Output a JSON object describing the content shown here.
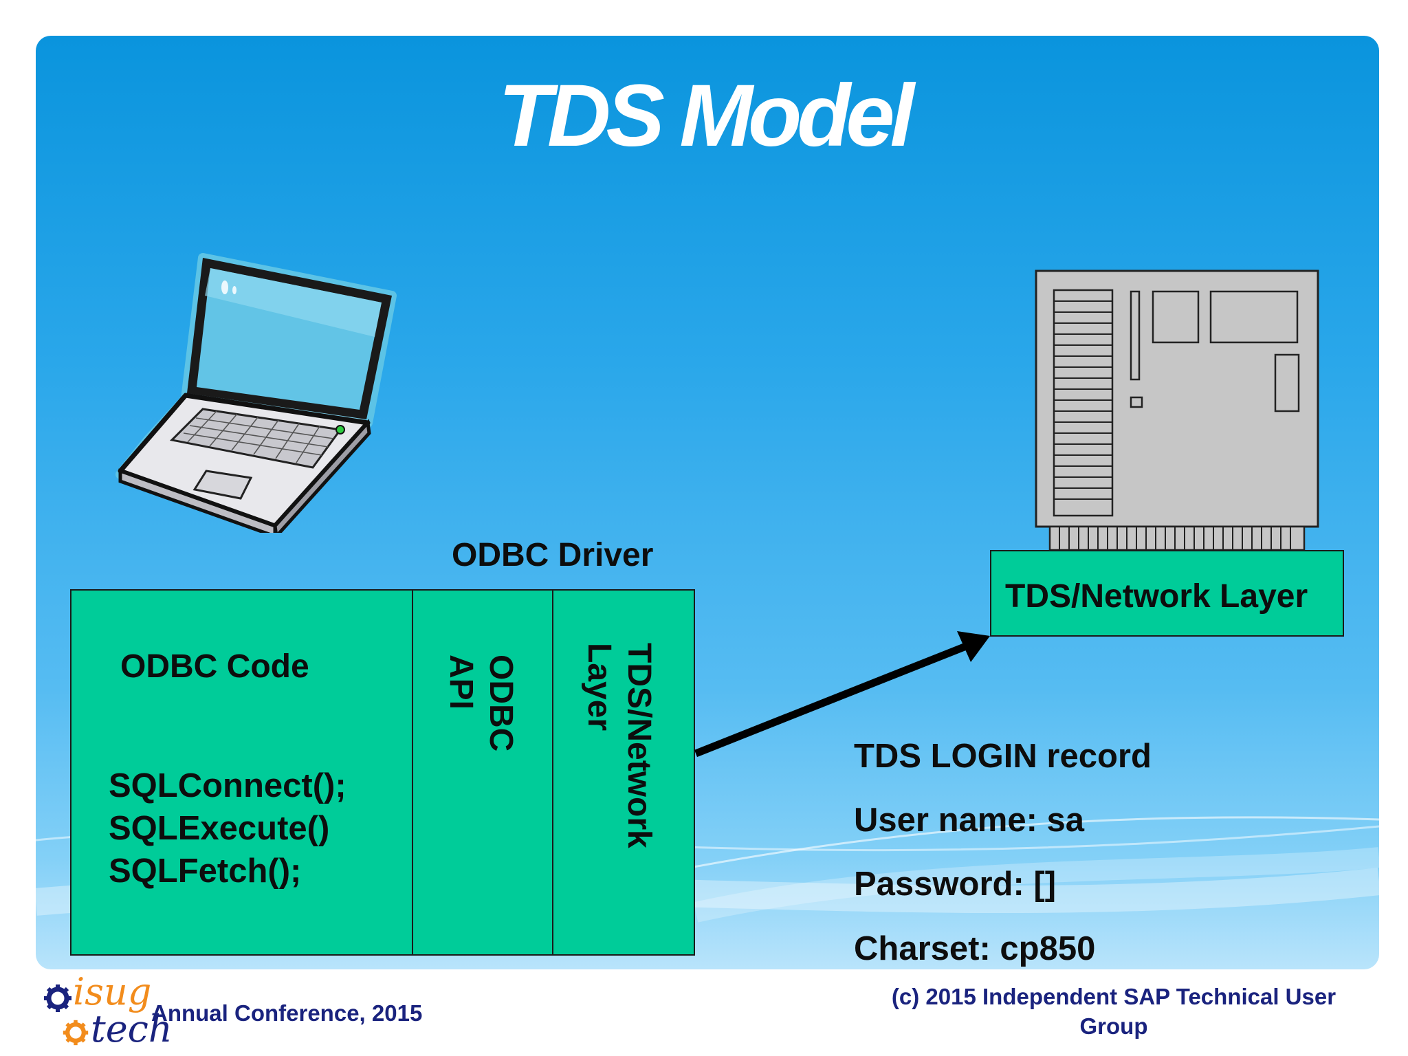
{
  "title": "TDS Model",
  "driver": {
    "label": "ODBC Driver",
    "code_heading": "ODBC Code",
    "code_lines": "SQLConnect();\nSQLExecute()\nSQLFetch();",
    "api_label": "ODBC\nAPI",
    "network_label": "TDS/Network\nLayer"
  },
  "server": {
    "network_label": "TDS/Network Layer"
  },
  "login_record": {
    "heading": "TDS LOGIN record",
    "user": "User name: sa",
    "password": "Password: []",
    "charset": "Charset: cp850"
  },
  "footer": {
    "logo_top": "isug",
    "logo_bottom": "tech",
    "conference": "Annual Conference, 2015",
    "copyright": "(c) 2015 Independent SAP Technical User Group"
  },
  "colors": {
    "block": "#00cc99",
    "footer_text": "#1a237e",
    "logo_orange": "#f28c1c",
    "logo_navy": "#1a237e"
  },
  "icons": [
    "laptop-icon",
    "server-icon",
    "gear-icon"
  ]
}
